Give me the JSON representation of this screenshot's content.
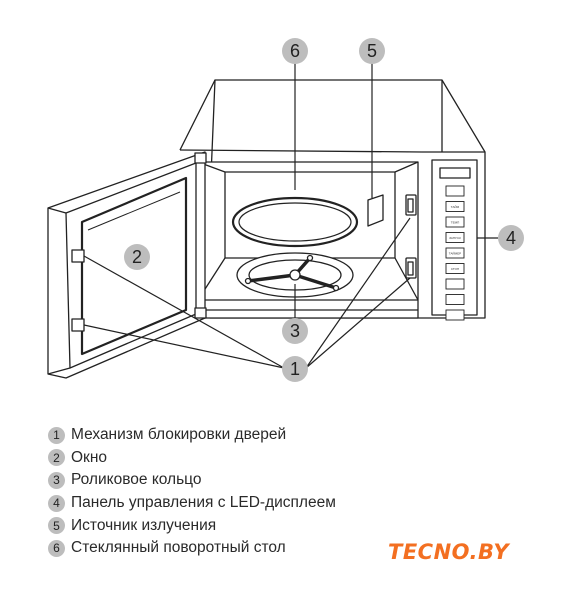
{
  "callouts": {
    "c1": "1",
    "c2": "2",
    "c3": "3",
    "c4": "4",
    "c5": "5",
    "c6": "6"
  },
  "panel_buttons": [
    "",
    "ТАЙМ",
    "ТЕМП",
    "ЗАПУСК",
    "ТАЙМЕР",
    "СТОП",
    "",
    "",
    ""
  ],
  "legend": [
    {
      "num": "1",
      "text": "Механизм блокировки дверей"
    },
    {
      "num": "2",
      "text": "Окно"
    },
    {
      "num": "3",
      "text": "Роликовое кольцо"
    },
    {
      "num": "4",
      "text": "Панель управления с LED-дисплеем"
    },
    {
      "num": "5",
      "text": "Источник излучения"
    },
    {
      "num": "6",
      "text": "Стеклянный поворотный стол"
    }
  ],
  "logo": "TECNO.BY",
  "colors": {
    "callout_fill": "#bdbdbd",
    "line": "#222222",
    "logo": "#f36f21"
  }
}
